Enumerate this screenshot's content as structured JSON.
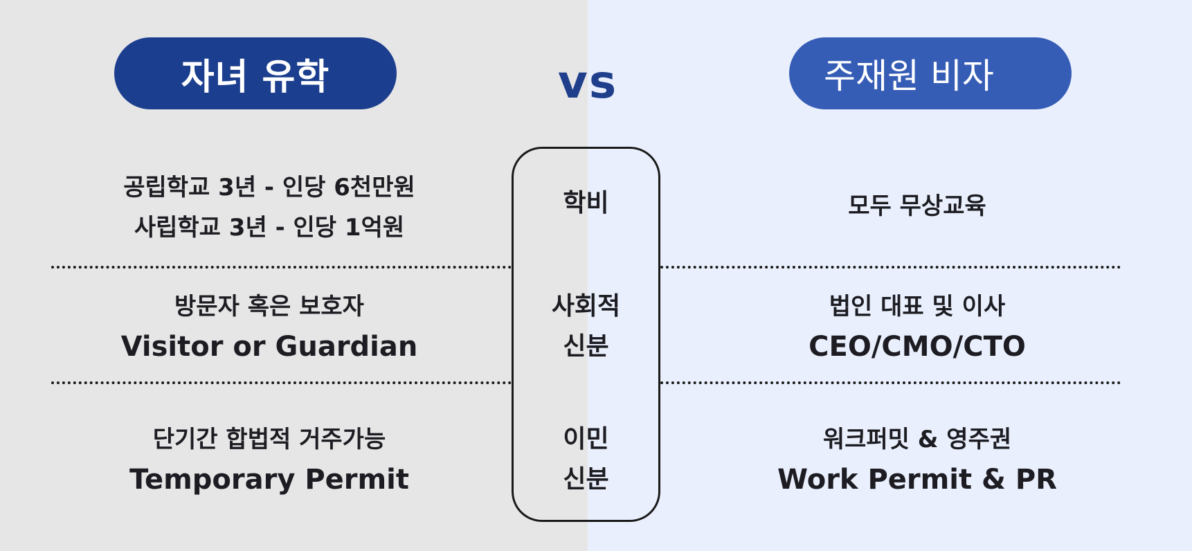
{
  "header": {
    "left_title": "자녀 유학",
    "vs": "vs",
    "right_title": "주재원 비자"
  },
  "colors": {
    "left_background": "#e6e6e6",
    "right_background": "#e9effc",
    "left_pill": "#1c3e8e",
    "right_pill": "#365db5",
    "vs_text": "#1f3f8c"
  },
  "rows": [
    {
      "category": [
        "학비"
      ],
      "left": [
        "공립학교 3년 - 인당 6천만원",
        "사립학교 3년 - 인당 1억원"
      ],
      "right": [
        "모두 무상교육"
      ]
    },
    {
      "category": [
        "사회적",
        "신분"
      ],
      "left": [
        "방문자 혹은 보호자",
        "Visitor or Guardian"
      ],
      "right": [
        "법인 대표 및 이사",
        "CEO/CMO/CTO"
      ]
    },
    {
      "category": [
        "이민",
        "신분"
      ],
      "left": [
        "단기간 합법적 거주가능",
        "Temporary Permit"
      ],
      "right": [
        "워크퍼밋 & 영주권",
        "Work Permit & PR"
      ]
    }
  ]
}
